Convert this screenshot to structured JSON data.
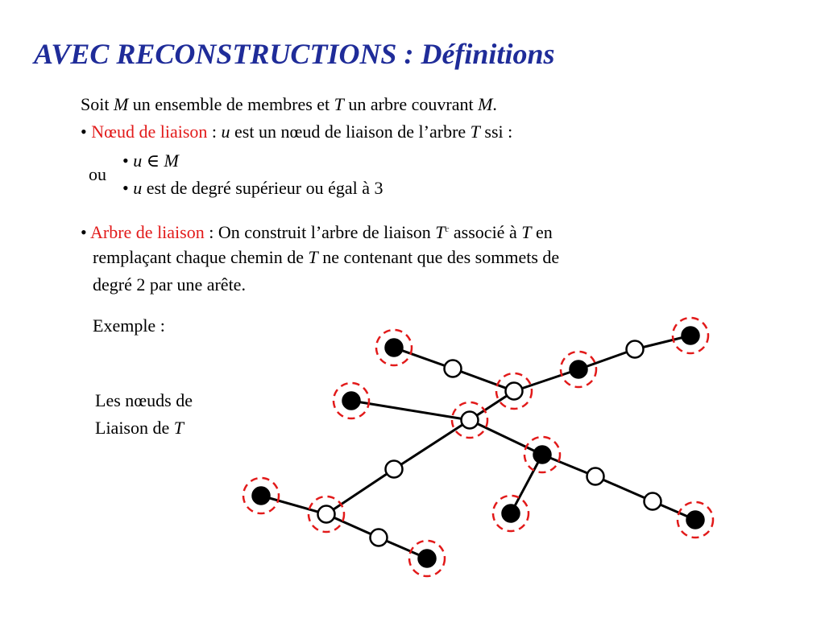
{
  "title": "AVEC RECONSTRUCTIONS : Définitions",
  "intro": {
    "p1": "Soit ",
    "v1": "M",
    "p2": " un ensemble de membres et ",
    "v2": "T",
    "p3": " un arbre couvrant ",
    "v3": "M",
    "p4": "."
  },
  "noeud": {
    "bullet": "•",
    "term": "Nœud de liaison",
    "p1": " : ",
    "v1": "u",
    "p2": " est un nœud de liaison de l’arbre ",
    "v2": "T",
    "p3": " ssi :"
  },
  "conditions": {
    "ou": "ou",
    "c1_bullet": "•",
    "c1_var": "u",
    "c1_sym": " ∈ ",
    "c1_set": "M",
    "c2_bullet": "•",
    "c2_var": "u",
    "c2_text": " est de degré supérieur ou égal à 3"
  },
  "arbre": {
    "bullet": "•",
    "term": "Arbre de liaison",
    "p1": " : On construit l’arbre de liaison ",
    "v1": "T",
    "sup": "c",
    "p2": " associé à ",
    "v2": "T",
    "p3": " en",
    "line2_p1": "remplaçant chaque chemin de ",
    "line2_v": "T",
    "line2_p2": " ne contenant que des sommets de",
    "line3": "degré 2 par une arête."
  },
  "exemple": "Exemple :",
  "legend": {
    "line1": "Les nœuds de",
    "line2_p1": "Liaison de ",
    "line2_v": "T"
  },
  "colors": {
    "title": "#1f2c99",
    "highlight": "#e21a1a",
    "member_node": "#000000",
    "other_node": "#ffffff"
  },
  "graph": {
    "nodes": [
      {
        "id": "a",
        "member": true,
        "liaison": true
      },
      {
        "id": "b",
        "member": false,
        "liaison": false
      },
      {
        "id": "c",
        "member": false,
        "liaison": true
      },
      {
        "id": "d",
        "member": true,
        "liaison": true
      },
      {
        "id": "e",
        "member": false,
        "liaison": false
      },
      {
        "id": "f",
        "member": true,
        "liaison": true
      },
      {
        "id": "g",
        "member": true,
        "liaison": true
      },
      {
        "id": "h",
        "member": false,
        "liaison": true
      },
      {
        "id": "i",
        "member": false,
        "liaison": false
      },
      {
        "id": "j",
        "member": false,
        "liaison": true
      },
      {
        "id": "k",
        "member": true,
        "liaison": true
      },
      {
        "id": "l",
        "member": false,
        "liaison": false
      },
      {
        "id": "m",
        "member": true,
        "liaison": true
      },
      {
        "id": "n",
        "member": true,
        "liaison": true
      },
      {
        "id": "o",
        "member": false,
        "liaison": false
      },
      {
        "id": "p",
        "member": false,
        "liaison": false
      },
      {
        "id": "q",
        "member": true,
        "liaison": true
      }
    ],
    "edges": [
      [
        "a",
        "b"
      ],
      [
        "b",
        "c"
      ],
      [
        "c",
        "d"
      ],
      [
        "d",
        "e"
      ],
      [
        "e",
        "f"
      ],
      [
        "c",
        "h"
      ],
      [
        "g",
        "h"
      ],
      [
        "h",
        "i"
      ],
      [
        "i",
        "j"
      ],
      [
        "k",
        "j"
      ],
      [
        "j",
        "l"
      ],
      [
        "l",
        "m"
      ],
      [
        "h",
        "n"
      ],
      [
        "n",
        "o"
      ],
      [
        "o",
        "p"
      ],
      [
        "p",
        "q"
      ],
      [
        "n",
        "r"
      ]
    ]
  }
}
